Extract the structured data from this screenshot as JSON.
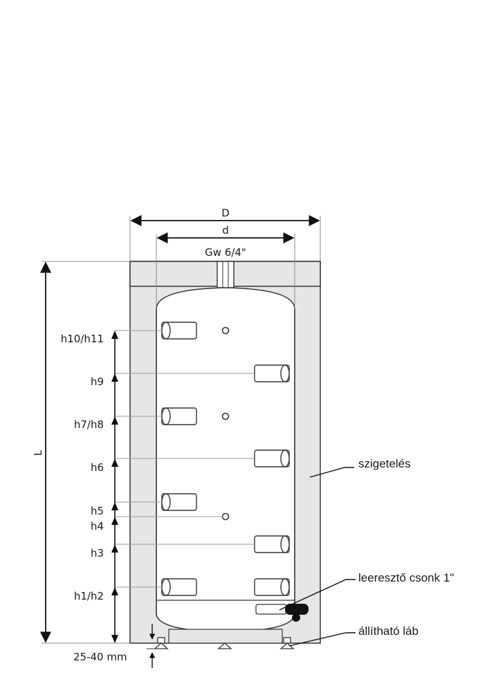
{
  "dimensions": {
    "outer_diameter": "D",
    "inner_diameter": "d",
    "top_connection": "Gw 6/4\"",
    "total_height": "L",
    "foot_adjust": "25-40 mm"
  },
  "height_labels": [
    {
      "id": "h10_h11",
      "text": "h10/h11"
    },
    {
      "id": "h9",
      "text": "h9"
    },
    {
      "id": "h7_h8",
      "text": "h7/h8"
    },
    {
      "id": "h6",
      "text": "h6"
    },
    {
      "id": "h5",
      "text": "h5"
    },
    {
      "id": "h4",
      "text": "h4"
    },
    {
      "id": "h3",
      "text": "h3"
    },
    {
      "id": "h1_h2",
      "text": "h1/h2"
    }
  ],
  "callouts": {
    "insulation": "szigetelés",
    "drain": "leeresztő csonk 1\"",
    "foot": "állítható láb"
  }
}
